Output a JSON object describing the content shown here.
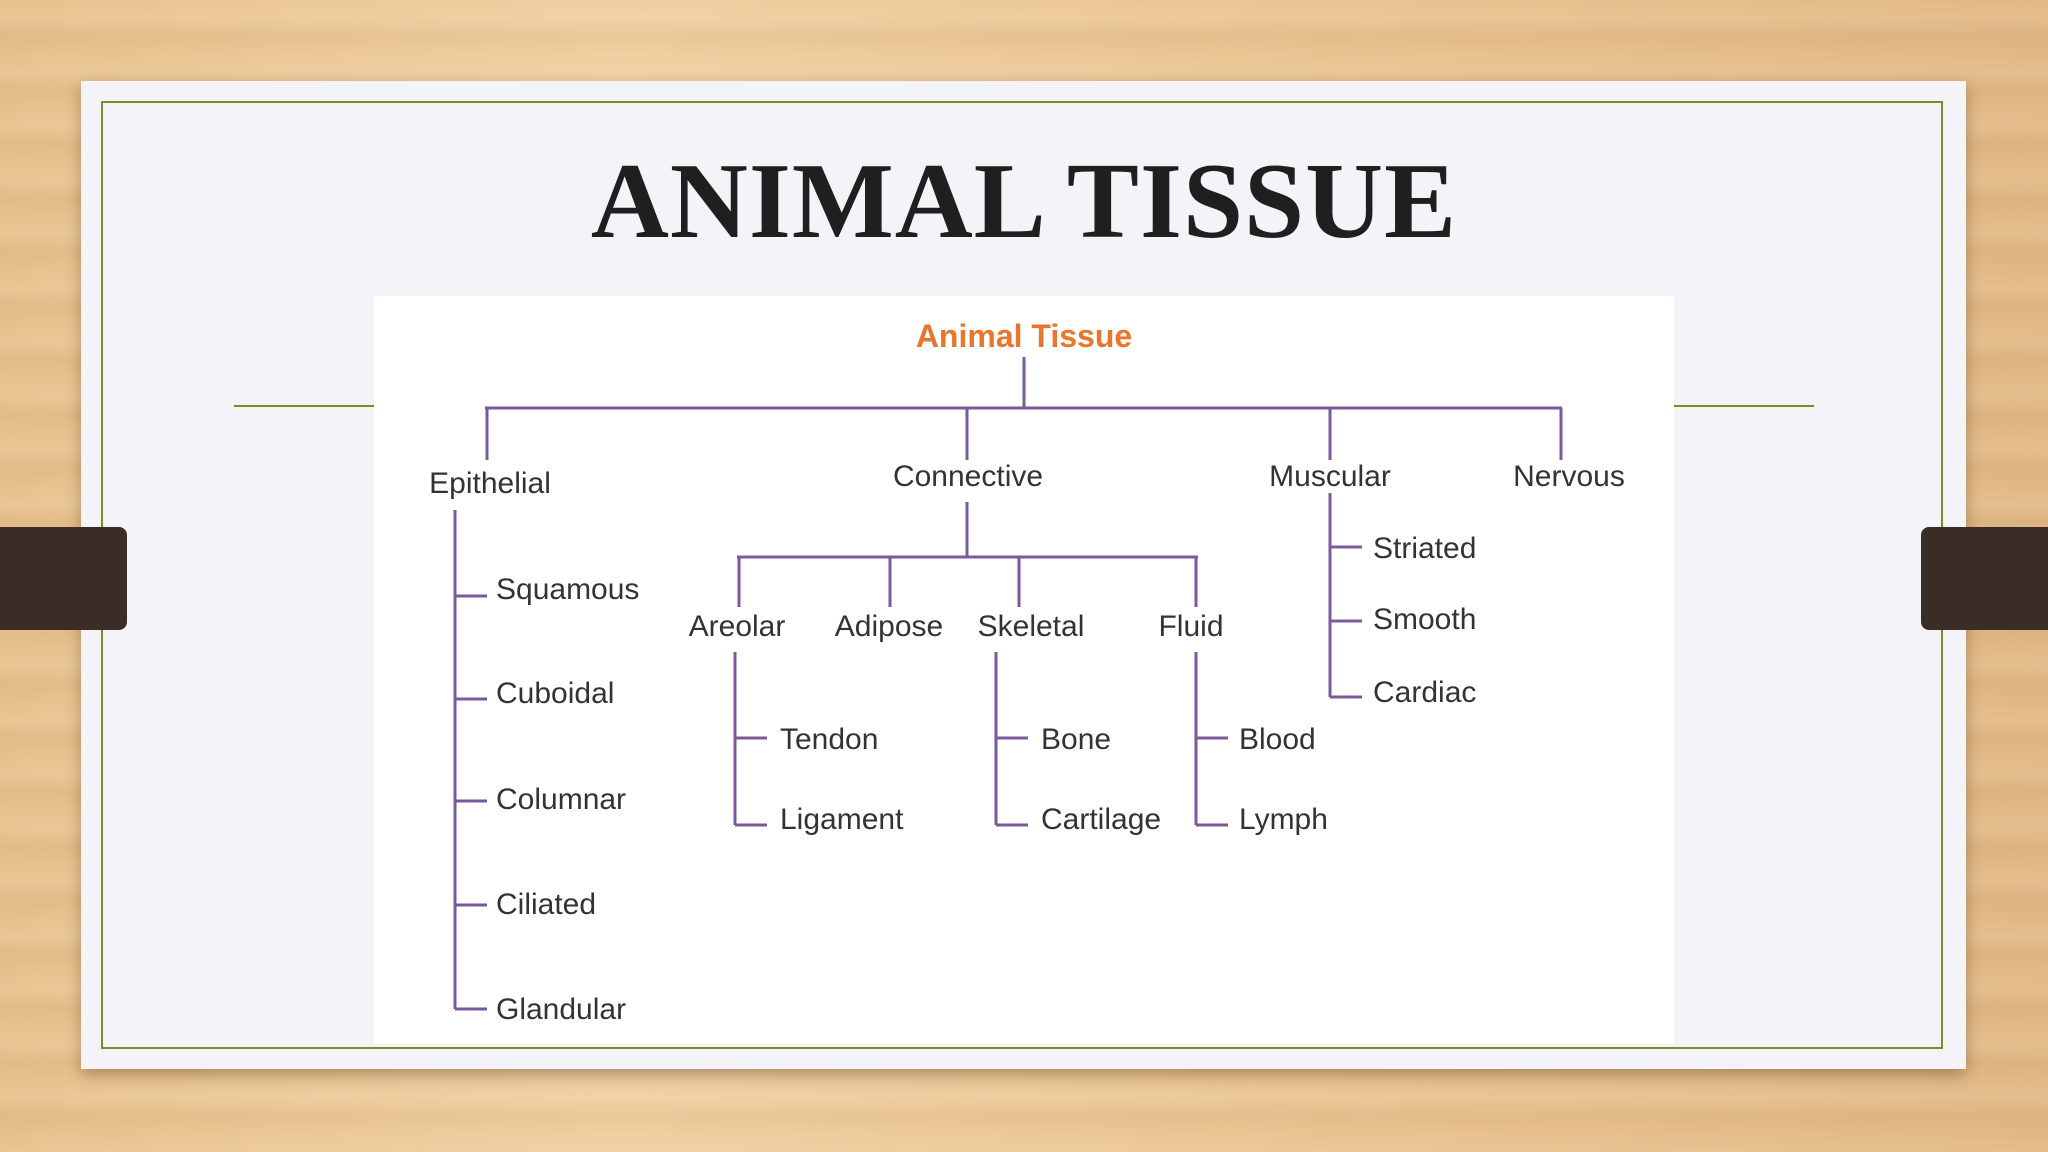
{
  "slide": {
    "title": "ANIMAL TISSUE"
  },
  "diagram": {
    "root": {
      "label": "Animal Tissue",
      "color": "#e8762d"
    },
    "line_color": "#7b5a9c",
    "categories": [
      {
        "label": "Epithelial",
        "children": [
          "Squamous",
          "Cuboidal",
          "Columnar",
          "Ciliated",
          "Glandular"
        ]
      },
      {
        "label": "Connective",
        "children": [
          {
            "label": "Areolar",
            "children": [
              "Tendon",
              "Ligament"
            ]
          },
          {
            "label": "Adipose",
            "children": []
          },
          {
            "label": "Skeletal",
            "children": [
              "Bone",
              "Cartilage"
            ]
          },
          {
            "label": "Fluid",
            "children": [
              "Blood",
              "Lymph"
            ]
          }
        ]
      },
      {
        "label": "Muscular",
        "children": [
          "Striated",
          "Smooth",
          "Cardiac"
        ]
      },
      {
        "label": "Nervous",
        "children": []
      }
    ]
  }
}
